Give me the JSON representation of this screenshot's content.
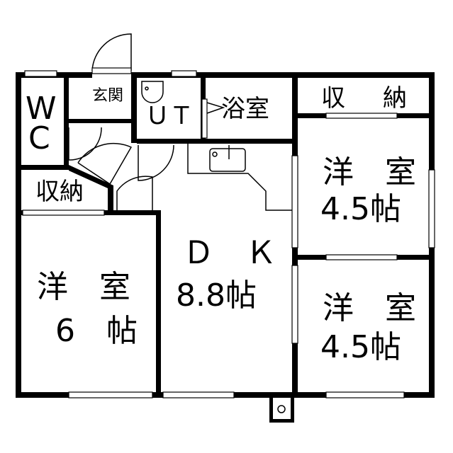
{
  "rooms": {
    "wc": {
      "line1": "W",
      "line2": "C"
    },
    "entrance": {
      "label": "玄関"
    },
    "utility": {
      "label": "ＵＴ"
    },
    "bath": {
      "label": "浴室"
    },
    "storage_top": {
      "label1": "収",
      "label2": "納"
    },
    "storage_left": {
      "label": "収納"
    },
    "western_top": {
      "line1": "洋　室",
      "line2": "4.5帖"
    },
    "western_bottom": {
      "line1": "洋　室",
      "line2": "4.5帖"
    },
    "western_left": {
      "line1": "洋　室",
      "line2": "6　帖"
    },
    "dk": {
      "line1": "Ｄ　Ｋ",
      "line2": "8.8帖"
    }
  }
}
